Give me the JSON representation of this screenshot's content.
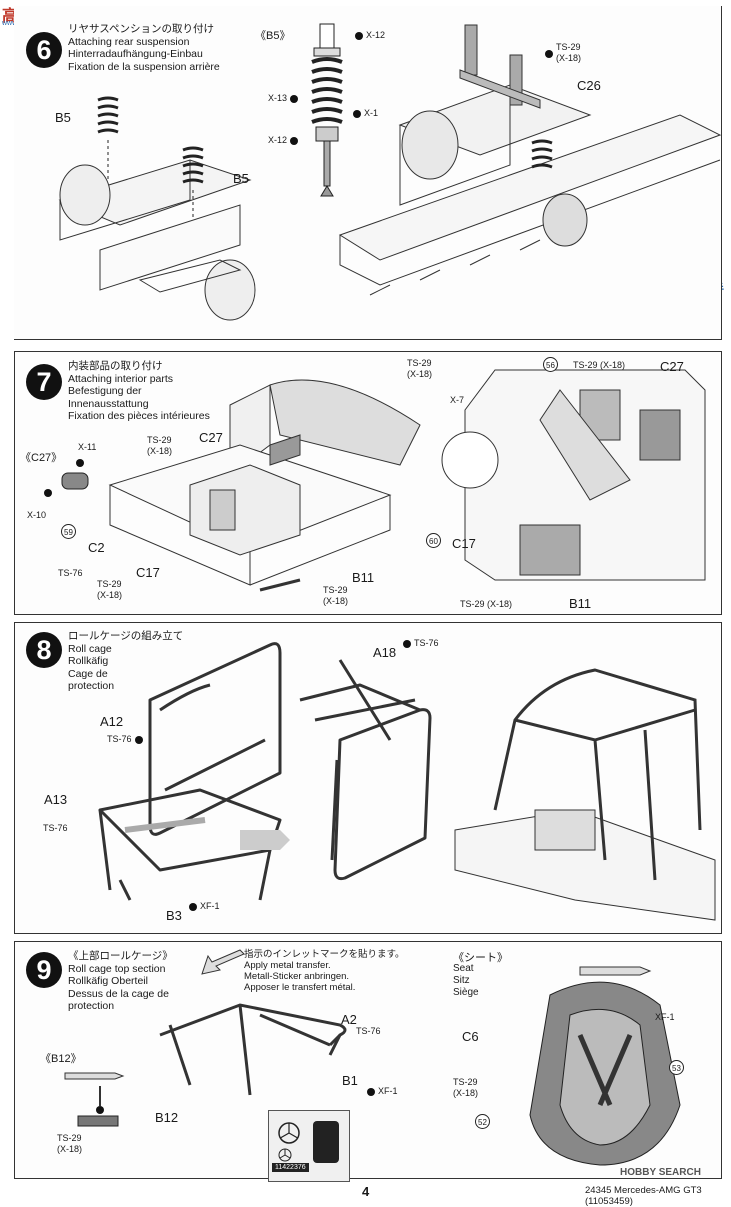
{
  "watermark_top": {
    "text": "高手网",
    "sub": "www.gaoshou.com"
  },
  "watermark_side": "高手网",
  "page_number": "4",
  "model_line": "24345 Mercedes-AMG GT3 (11053459)",
  "watermark_bottom": "HOBBY SEARCH",
  "step6": {
    "number": "6",
    "title": [
      "リヤサスペンションの取り付け",
      "Attaching rear suspension",
      "Hinterradaufhängung-Einbau",
      "Fixation de la suspension arrière"
    ],
    "labels": {
      "b5_left": "B5",
      "b5_right": "B5",
      "c26": "C26",
      "ts29": "TS-29",
      "x18": "(X-18)"
    },
    "detail": {
      "title": "《B5》",
      "x12_top": "X-12",
      "x13": "X-13",
      "x1": "X-1",
      "x12_bot": "X-12"
    }
  },
  "step7": {
    "number": "7",
    "title": [
      "内装部品の取り付け",
      "Attaching interior parts",
      "Befestigung der",
      "Innenausstattung",
      "Fixation des pièces intérieures"
    ],
    "labels": {
      "ts29_top": "TS-29",
      "x18_top": "(X-18)",
      "c27": "C27",
      "ts29_c27": "TS-29",
      "x18_c27": "(X-18)",
      "c2": "C2",
      "ts76": "TS-76",
      "c17": "C17",
      "ts29_c17": "TS-29",
      "x18_c17": "(X-18)",
      "b11": "B11",
      "ts29_b11": "TS-29",
      "x18_b11": "(X-18)",
      "m60": "60",
      "m59": "59"
    },
    "detail": {
      "title": "《C27》",
      "x11": "X-11",
      "x10": "X-10"
    },
    "right": {
      "m56": "56",
      "ts29": "TS-29 (X-18)",
      "c27": "C27",
      "x7": "X-7",
      "c17": "C17",
      "ts29_bot": "TS-29 (X-18)",
      "b11": "B11"
    }
  },
  "step8": {
    "number": "8",
    "title": [
      "ロールケージの組み立て",
      "Roll cage",
      "Rollkäfig",
      "Cage de",
      "protection"
    ],
    "labels": {
      "a18": "A18",
      "ts76_a18": "TS-76",
      "a12": "A12",
      "ts76_a12": "TS-76",
      "a13": "A13",
      "ts76_a13": "TS-76",
      "b3": "B3",
      "xf1": "XF-1"
    }
  },
  "step9": {
    "number": "9",
    "title": [
      "《上部ロールケージ》",
      "Roll cage top section",
      "Rollkäfig Oberteil",
      "Dessus de la cage de",
      "protection"
    ],
    "note": [
      "指示のインレットマークを貼ります。",
      "Apply metal transfer.",
      "Metall-Sticker anbringen.",
      "Apposer le transfert métal."
    ],
    "labels": {
      "a2": "A2",
      "ts76": "TS-76",
      "b1": "B1",
      "xf1": "XF-1",
      "b12": "B12"
    },
    "detail": {
      "title": "《B12》",
      "ts29": "TS-29",
      "x18": "(X-18)"
    },
    "sticker_code": "11422376",
    "seat": {
      "title": "《シート》",
      "lines": [
        "Seat",
        "Sitz",
        "Siège"
      ],
      "c6": "C6",
      "xf1": "XF-1",
      "ts29": "TS-29",
      "x18": "(X-18)",
      "m53": "53",
      "m52": "52"
    }
  }
}
